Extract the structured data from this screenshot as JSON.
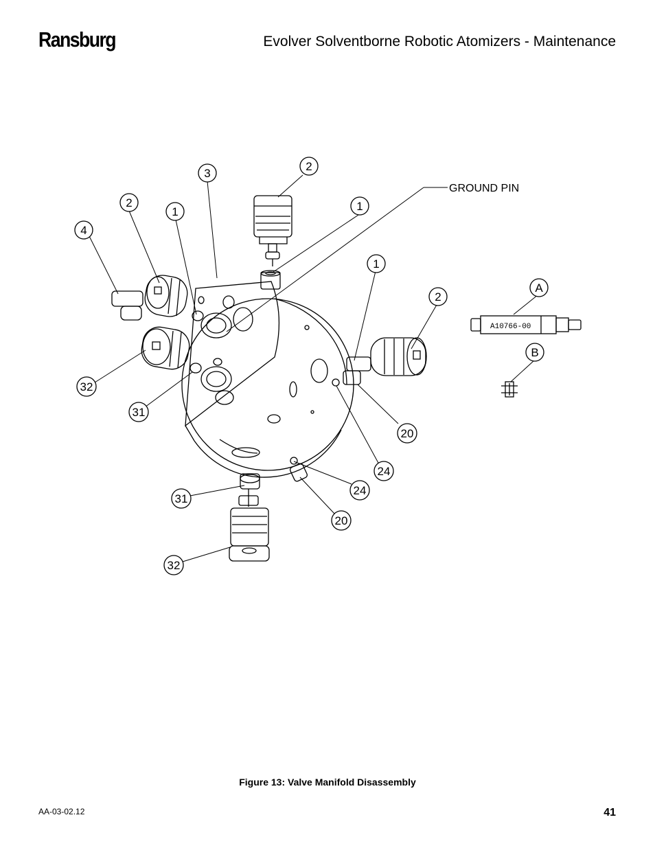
{
  "header": {
    "brand": "Ransburg",
    "title": "Evolver Solventborne Robotic Atomizers - Maintenance"
  },
  "figure": {
    "caption": "Figure 13:  Valve Manifold Disassembly",
    "ground_pin_label": "GROUND PIN",
    "part_a_marking": "A10766-00",
    "callouts": [
      {
        "text": "2"
      },
      {
        "text": "3"
      },
      {
        "text": "1"
      },
      {
        "text": "2"
      },
      {
        "text": "1"
      },
      {
        "text": "4"
      },
      {
        "text": "1"
      },
      {
        "text": "A"
      },
      {
        "text": "2"
      },
      {
        "text": "B"
      },
      {
        "text": "32"
      },
      {
        "text": "31"
      },
      {
        "text": "20"
      },
      {
        "text": "24"
      },
      {
        "text": "24"
      },
      {
        "text": "31"
      },
      {
        "text": "20"
      },
      {
        "text": "32"
      }
    ]
  },
  "footer": {
    "doc_code": "AA-03-02.12",
    "page_number": "41"
  }
}
